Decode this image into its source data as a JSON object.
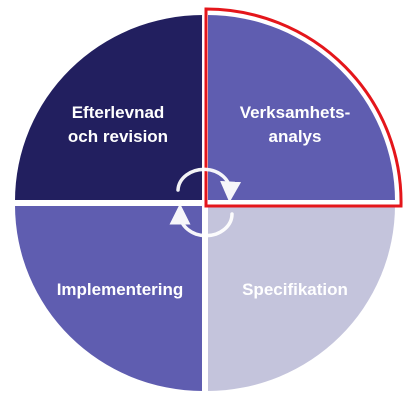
{
  "diagram": {
    "quadrants": [
      {
        "id": "top-left",
        "lines": [
          "Efterlevnad",
          "och revision"
        ],
        "color": "#221f5f",
        "highlighted": false
      },
      {
        "id": "top-right",
        "lines": [
          "Verksamhets-",
          "analys"
        ],
        "color": "#5f5db0",
        "highlighted": true
      },
      {
        "id": "bottom-right",
        "lines": [
          "Specifikation"
        ],
        "color": "#c4c4dc",
        "highlighted": false
      },
      {
        "id": "bottom-left",
        "lines": [
          "Implementering"
        ],
        "color": "#5f5db0",
        "highlighted": false
      }
    ],
    "highlight_color": "#e4161b",
    "cycle_arrow_color": "#ffffff",
    "cycle_arrow_icon": "cycle-arrows-icon"
  }
}
